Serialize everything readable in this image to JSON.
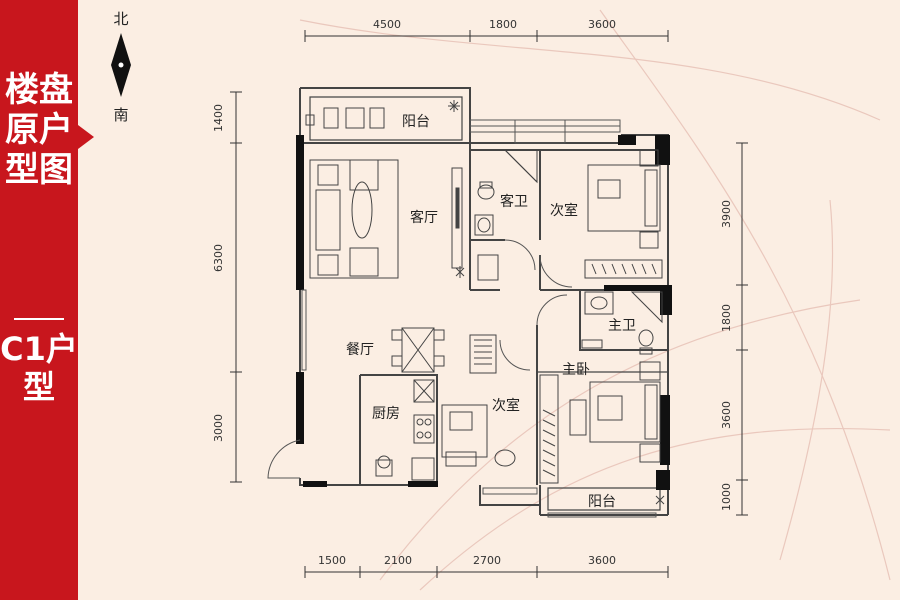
{
  "sidebar": {
    "title": "楼盘原户型图",
    "subtitle": "C1户型"
  },
  "compass": {
    "north": "北",
    "south": "南"
  },
  "dimensions": {
    "top": [
      "4500",
      "1800",
      "3600"
    ],
    "bottom": [
      "1500",
      "2100",
      "2700",
      "3600"
    ],
    "left": [
      "1400",
      "6300",
      "3000"
    ],
    "right": [
      "3900",
      "1800",
      "3600",
      "1000"
    ]
  },
  "rooms": {
    "balcony_north": "阳台",
    "living_room": "客厅",
    "guest_bath": "客卫",
    "bedroom_ne": "次室",
    "master_bath": "主卫",
    "dining_room": "餐厅",
    "master_bedroom": "主卧",
    "kitchen": "厨房",
    "bedroom_s": "次室",
    "balcony_south": "阳台"
  },
  "colors": {
    "accent": "#c8161d",
    "background": "#fbeee3",
    "line": "#333333"
  }
}
